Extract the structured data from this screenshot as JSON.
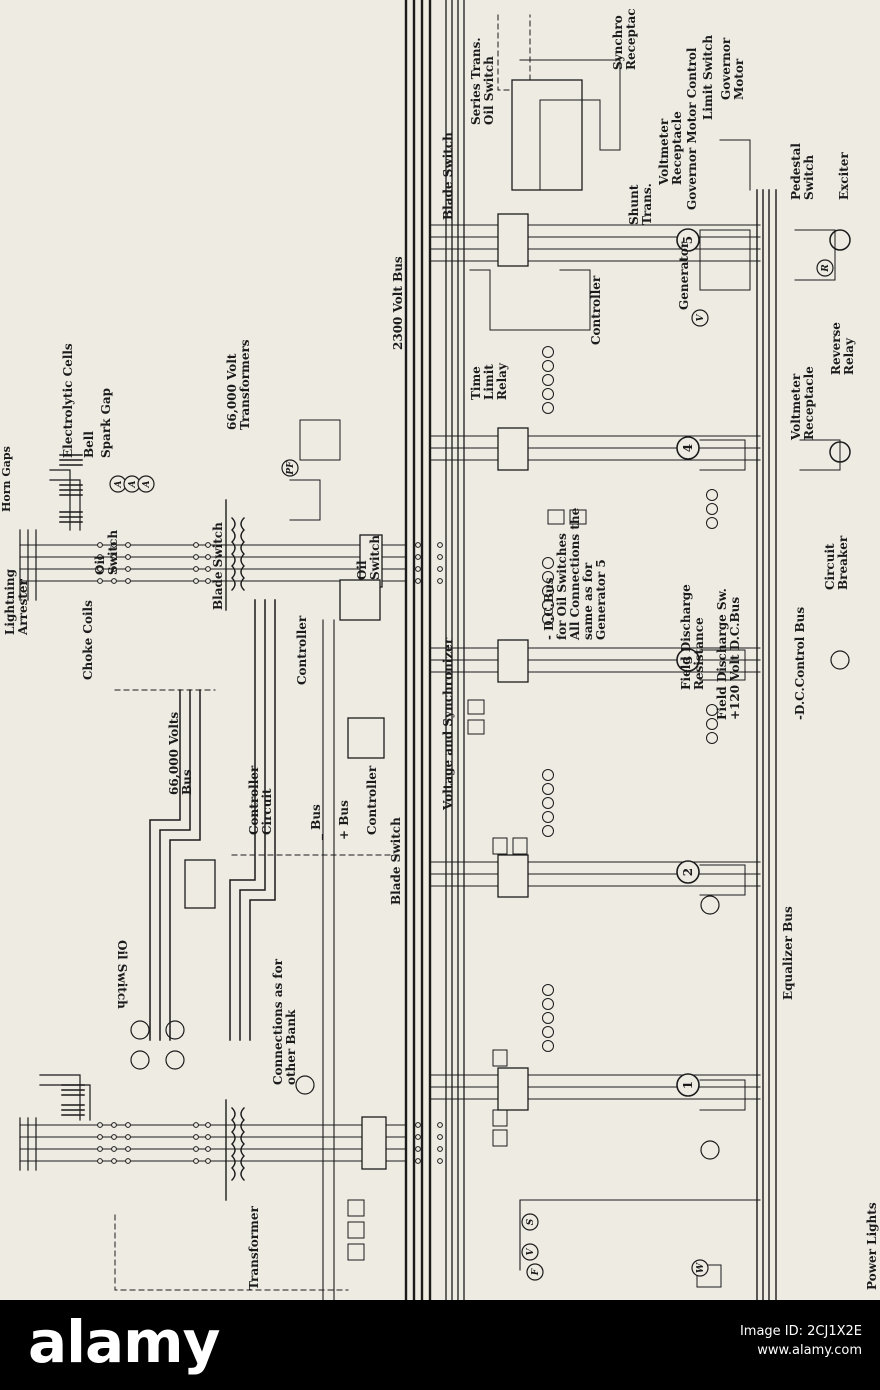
{
  "diagram": {
    "labels": [
      {
        "id": "lightning-arrester",
        "lines": [
          "Lightning",
          "Arrester"
        ]
      },
      {
        "id": "horn-gaps",
        "lines": [
          "Horn Gaps"
        ]
      },
      {
        "id": "electrolytic-cells",
        "lines": [
          "Electrolytic Cells"
        ]
      },
      {
        "id": "bell",
        "lines": [
          "Bell"
        ]
      },
      {
        "id": "spark-gap",
        "lines": [
          "Spark Gap"
        ]
      },
      {
        "id": "choke-coils",
        "lines": [
          "Choke Coils"
        ]
      },
      {
        "id": "oil-switch-top",
        "lines": [
          "Oil",
          "Switch"
        ]
      },
      {
        "id": "bus-66000",
        "lines": [
          "66,000 Volts",
          "Bus"
        ]
      },
      {
        "id": "blade-switch-1",
        "lines": [
          "Blade Switch"
        ]
      },
      {
        "id": "transformers-66000",
        "lines": [
          "66,000 Volt",
          "Transformers"
        ]
      },
      {
        "id": "controller-1",
        "lines": [
          "Controller"
        ]
      },
      {
        "id": "oil-switch-2",
        "lines": [
          "Oil",
          "Switch"
        ]
      },
      {
        "id": "controller-circuit",
        "lines": [
          "Controller",
          "Circuit"
        ]
      },
      {
        "id": "minus-bus",
        "lines": [
          "_ Bus"
        ]
      },
      {
        "id": "plus-bus",
        "lines": [
          "+ Bus"
        ]
      },
      {
        "id": "controller-2",
        "lines": [
          "Controller"
        ]
      },
      {
        "id": "blade-switch-2",
        "lines": [
          "Blade Switch"
        ]
      },
      {
        "id": "oil-switch-flipped",
        "lines": [
          "Oil Switch"
        ]
      },
      {
        "id": "connections-other-bank",
        "lines": [
          "Connections as for",
          "other Bank"
        ]
      },
      {
        "id": "transformer",
        "lines": [
          "Transformer"
        ]
      },
      {
        "id": "voltage-synchronizer",
        "lines": [
          "Voltage and Synchronizer"
        ]
      },
      {
        "id": "dc-bus-note",
        "lines": [
          "- D.C.Bus",
          "for Oil Switches",
          "All Connections the",
          "same as for",
          "Generator 5"
        ]
      },
      {
        "id": "bus-2300",
        "lines": [
          "2300 Volt Bus"
        ]
      },
      {
        "id": "blade-switch-3",
        "lines": [
          "Blade Switch"
        ]
      },
      {
        "id": "series-trans",
        "lines": [
          "Series Trans.",
          "Oil Switch"
        ]
      },
      {
        "id": "time-limit-relay",
        "lines": [
          "Time",
          "Limit",
          "Relay"
        ]
      },
      {
        "id": "controller-3",
        "lines": [
          "Controller"
        ]
      },
      {
        "id": "synchro-receptacle",
        "lines": [
          "Synchro",
          "Receptac"
        ]
      },
      {
        "id": "shunt-trans",
        "lines": [
          "Shunt",
          "Trans."
        ]
      },
      {
        "id": "voltmeter-receptacle-1",
        "lines": [
          "Voltmeter",
          "Receptacle"
        ]
      },
      {
        "id": "governor-motor-control",
        "lines": [
          "Governor Motor Control"
        ]
      },
      {
        "id": "limit-switch",
        "lines": [
          "Limit Switch"
        ]
      },
      {
        "id": "governor-motor",
        "lines": [
          "Governor",
          "Motor"
        ]
      },
      {
        "id": "generator",
        "lines": [
          "Generator"
        ]
      },
      {
        "id": "pedestal-switch",
        "lines": [
          "Pedestal",
          "Switch"
        ]
      },
      {
        "id": "exciter",
        "lines": [
          "Exciter"
        ]
      },
      {
        "id": "voltmeter-receptacle-2",
        "lines": [
          "Voltmeter",
          "Receptacle"
        ]
      },
      {
        "id": "reverse-relay",
        "lines": [
          "Reverse",
          "Relay"
        ]
      },
      {
        "id": "field-discharge-resistance",
        "lines": [
          "Field Discharge",
          "Resistance"
        ]
      },
      {
        "id": "field-discharge-sw",
        "lines": [
          "Field Discharge Sw.",
          "+120 Volt D.C.Bus"
        ]
      },
      {
        "id": "circuit-breaker",
        "lines": [
          "Circuit",
          "Breaker"
        ]
      },
      {
        "id": "dc-control-bus",
        "lines": [
          "-D.C.Control Bus"
        ]
      },
      {
        "id": "equalizer-bus",
        "lines": [
          "Equalizer Bus"
        ]
      },
      {
        "id": "power-lights",
        "lines": [
          "Power  Lights"
        ]
      }
    ],
    "generators": [
      "1",
      "2",
      "3",
      "4",
      "5"
    ],
    "meter_marks": [
      "A",
      "A",
      "A",
      "PF",
      "V",
      "W",
      "S",
      "F",
      "V",
      "R"
    ]
  },
  "watermark": {
    "brand": "alamy",
    "image_id_label": "Image ID: 2CJ1X2E",
    "site": "www.alamy.com"
  }
}
